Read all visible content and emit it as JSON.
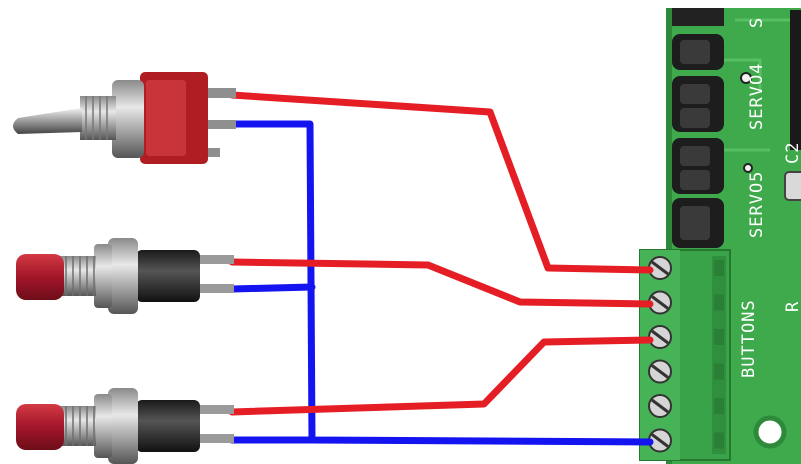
{
  "board": {
    "labels": {
      "servo_partial": "S",
      "servo4": "SERVO4",
      "servo5": "SERVO5",
      "c2": "C2",
      "buttons": "BUTTONS",
      "r_partial": "R"
    }
  },
  "colors": {
    "pcb_green": "#3faa4c",
    "pcb_dark": "#2c8a3a",
    "terminal_green": "#39a34a",
    "wire_red": "#e51e25",
    "wire_blue": "#1414f0",
    "switch_red": "#b01e24",
    "metal": "#b9b9b9",
    "button_black": "#2a2a2a"
  },
  "components": {
    "toggle_switch_count": 1,
    "push_button_count": 2,
    "terminal_screw_count": 6,
    "servo_header_pins": 5
  }
}
